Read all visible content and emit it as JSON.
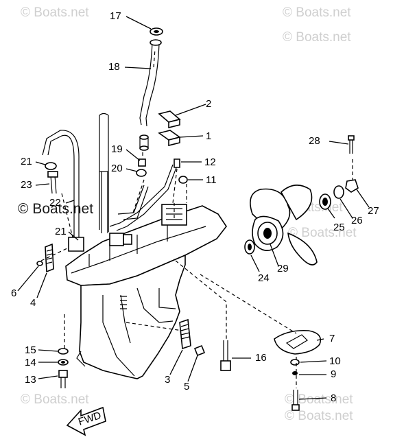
{
  "watermarks": [
    "© Boats.net",
    "© Boats.net",
    "© Boats.net",
    "© Boats.net",
    "© Boats.net",
    "© Boats.net",
    "© Boats.net",
    "© Boats.net"
  ],
  "watermark_center": "© Boats.net",
  "direction_label": "FWD",
  "callouts": {
    "c1": "1",
    "c2": "2",
    "c3": "3",
    "c4": "4",
    "c5": "5",
    "c6": "6",
    "c7": "7",
    "c8": "8",
    "c9": "9",
    "c10": "10",
    "c11": "11",
    "c12": "12",
    "c13": "13",
    "c14": "14",
    "c15": "15",
    "c16": "16",
    "c17": "17",
    "c18": "18",
    "c19": "19",
    "c20": "20",
    "c21a": "21",
    "c21b": "21",
    "c22": "22",
    "c23": "23",
    "c24": "24",
    "c25": "25",
    "c26": "26",
    "c27": "27",
    "c28": "28",
    "c29": "29"
  }
}
